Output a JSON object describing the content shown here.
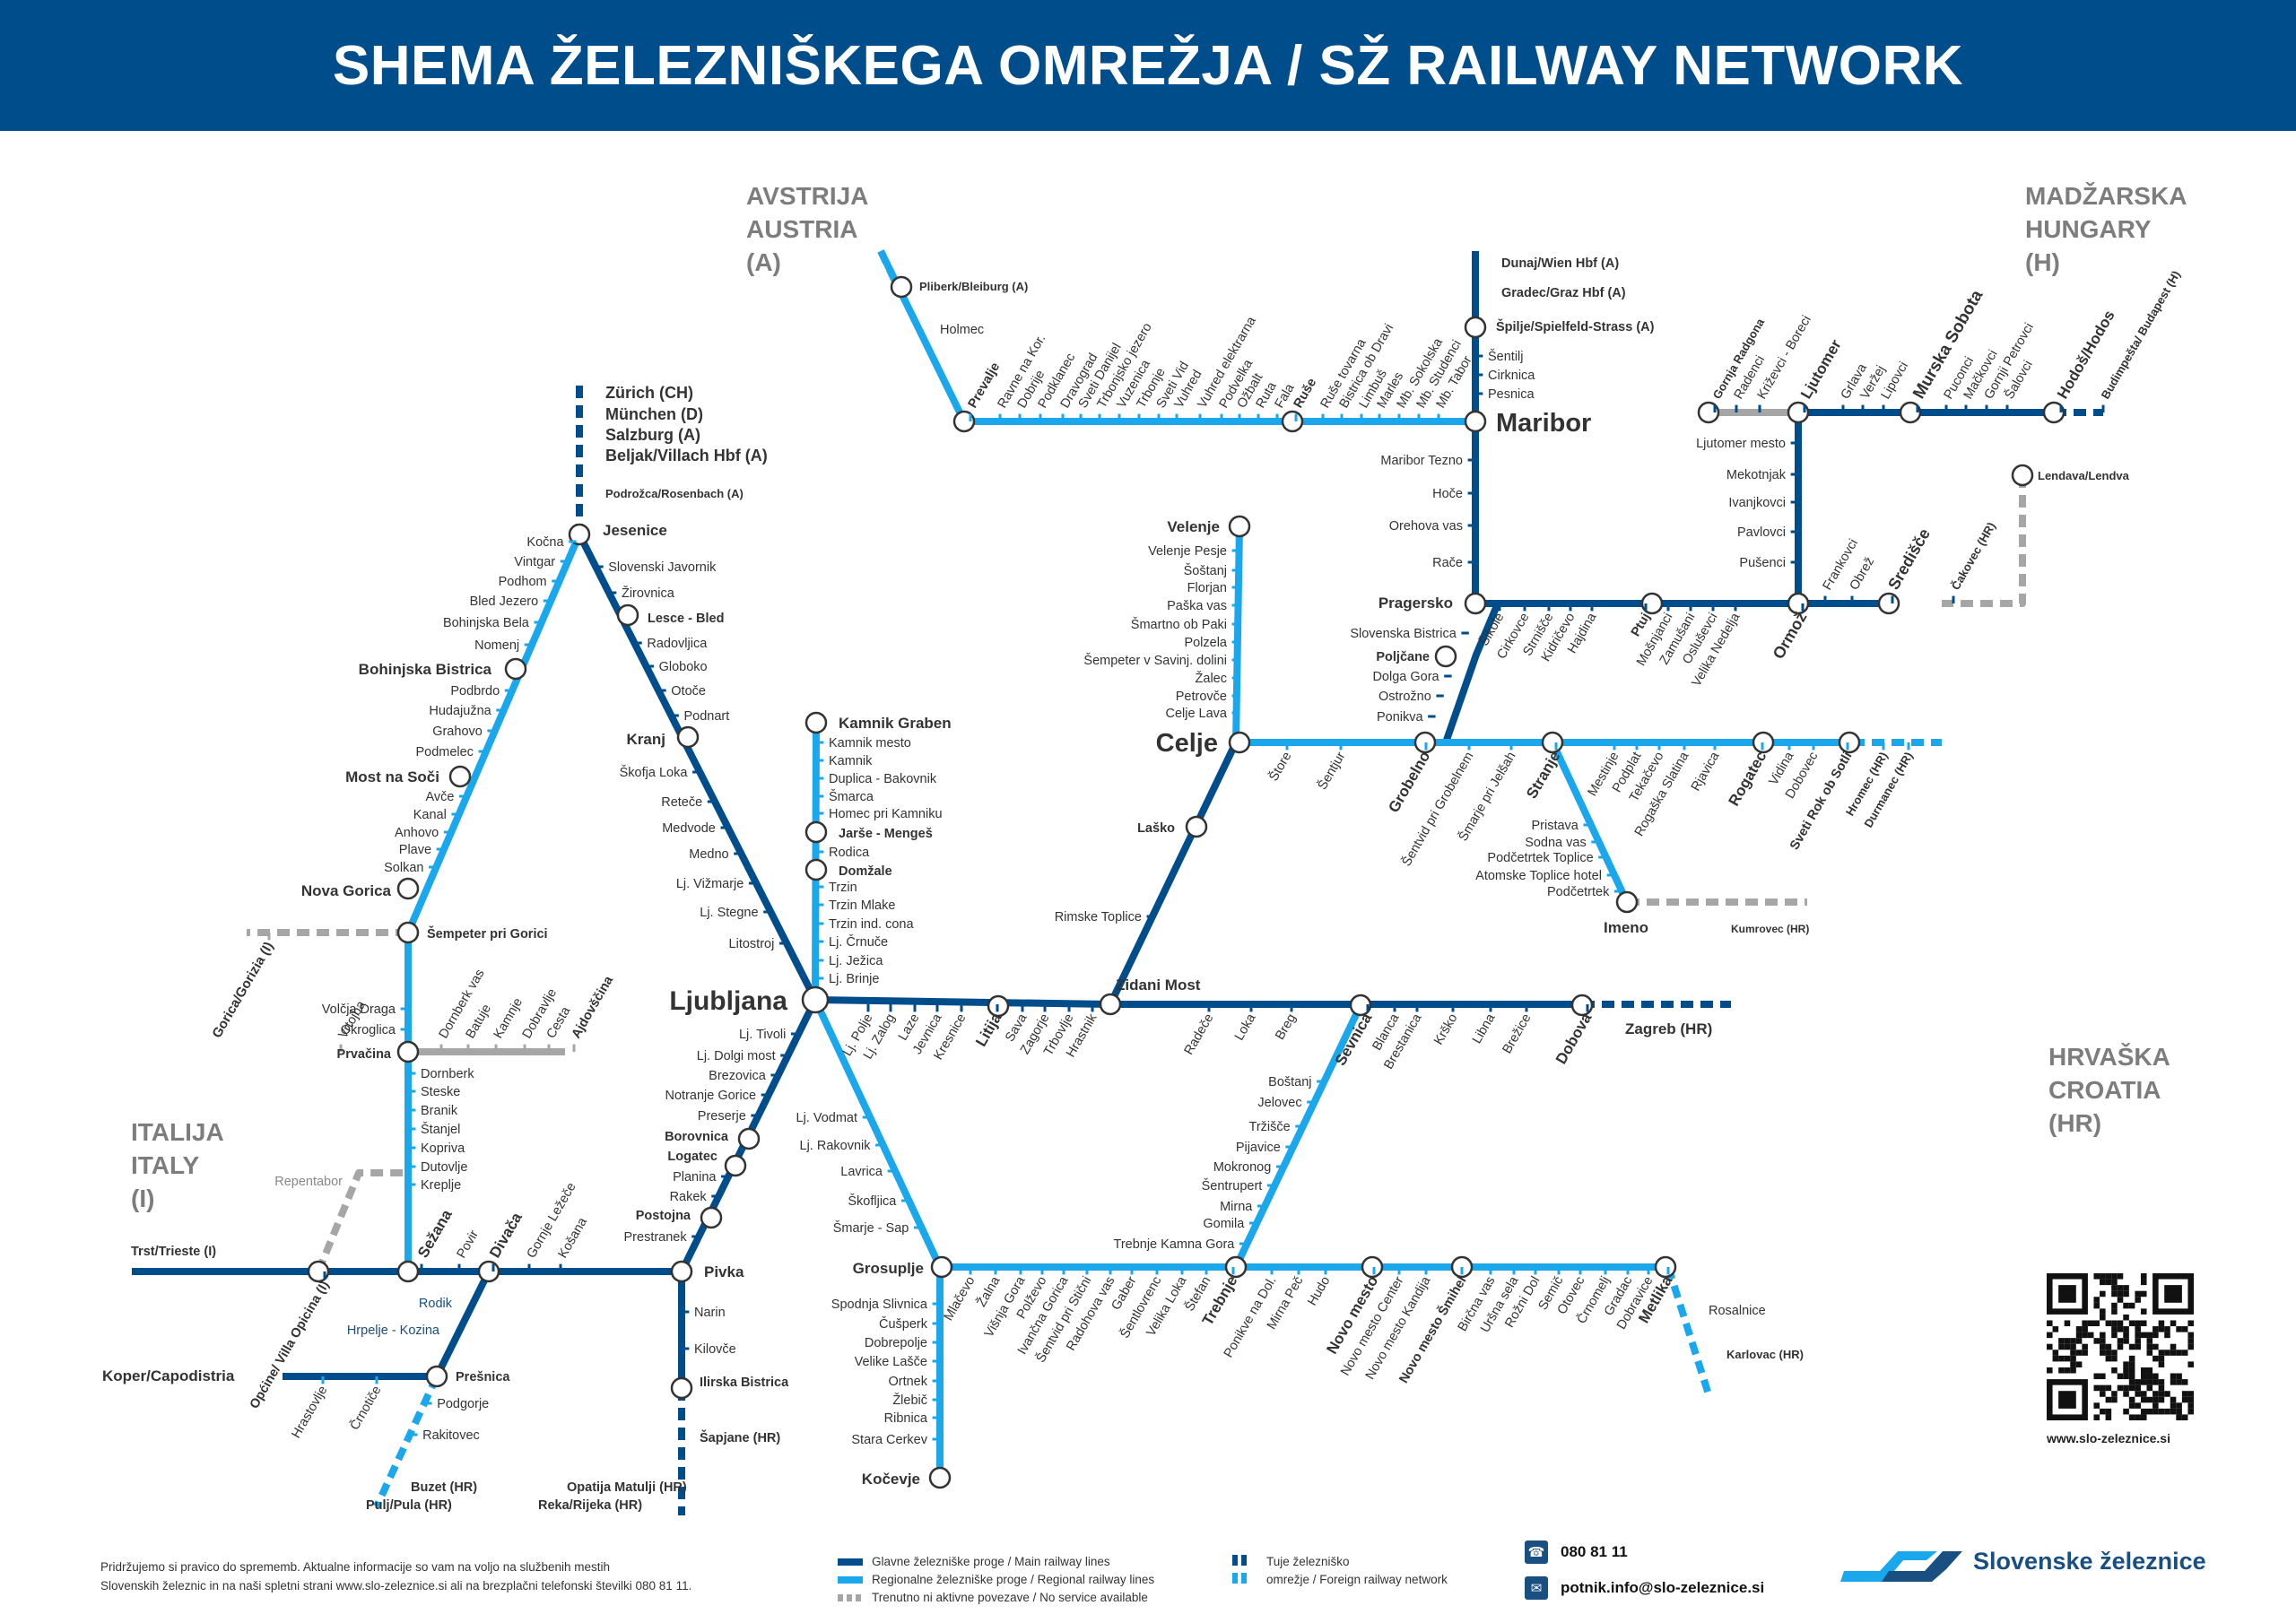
{
  "title": "SHEMA ŽELEZNIŠKEGA OMREŽJA / SŽ RAILWAY NETWORK",
  "colors": {
    "main": "#004d8c",
    "regional": "#1aa7ec",
    "inactive": "#a6a6a6",
    "country": "#7d7d7d"
  },
  "countries": [
    {
      "id": "austria",
      "lines": [
        "AVSTRIJA",
        "AUSTRIA",
        "(A)"
      ]
    },
    {
      "id": "hungary",
      "lines": [
        "MADŽARSKA",
        "HUNGARY",
        "(H)"
      ]
    },
    {
      "id": "italy",
      "lines": [
        "ITALIJA",
        "ITALY",
        "(I)"
      ]
    },
    {
      "id": "croatia",
      "lines": [
        "HRVAŠKA",
        "CROATIA",
        "(HR)"
      ]
    }
  ],
  "stations": {
    "ljubljana": "Ljubljana",
    "maribor": "Maribor",
    "celje": "Celje",
    "zurich": "Zürich (CH)",
    "munchen": "München (D)",
    "salzburg": "Salzburg (A)",
    "beljak": "Beljak/Villach Hbf (A)",
    "podrozca": "Podrožca/Rosenbach (A)",
    "jesenice": "Jesenice",
    "slovenski_javornik": "Slovenski Javornik",
    "zirovnica": "Žirovnica",
    "lesce": "Lesce - Bled",
    "radovljica": "Radovljica",
    "globoko": "Globoko",
    "otoce": "Otoče",
    "podnart": "Podnart",
    "kranj": "Kranj",
    "skofja_loka": "Škofja Loka",
    "retece": "Reteče",
    "medvode": "Medvode",
    "medno": "Medno",
    "vizmarje": "Lj. Vižmarje",
    "stegne": "Lj. Stegne",
    "litostroj": "Litostroj",
    "kocna": "Kočna",
    "vintgar": "Vintgar",
    "podhom": "Podhom",
    "bled_jezero": "Bled Jezero",
    "bohinjska_bela": "Bohinjska Bela",
    "nomenj": "Nomenj",
    "bohinjska_bistrica": "Bohinjska Bistrica",
    "podbrdo": "Podbrdo",
    "hudajuzna": "Hudajužna",
    "grahovo": "Grahovo",
    "podmelec": "Podmelec",
    "most_na_soci": "Most na Soči",
    "avce": "Avče",
    "kanal": "Kanal",
    "anhovo": "Anhovo",
    "plave": "Plave",
    "solkan": "Solkan",
    "nova_gorica": "Nova Gorica",
    "sempeter": "Šempeter pri Gorici",
    "gorica": "Gorica/Gorizia (I)",
    "vrtojba": "Vrtojba",
    "volcja_draga": "Volčja Draga",
    "okroglica": "Okroglica",
    "prvacina": "Prvačina",
    "dornberk_vas": "Dornberk vas",
    "batuje": "Batuje",
    "kamnje": "Kamnje",
    "dobravlje": "Dobravlje",
    "cesta": "Cesta",
    "ajdovscina": "Ajdovščina",
    "dornberk": "Dornberk",
    "steske": "Steske",
    "branik": "Branik",
    "stanjel": "Štanjel",
    "kopriva": "Kopriva",
    "dutovlje": "Dutovlje",
    "kreplje": "Kreplje",
    "repentabor": "Repentabor",
    "sezana": "Sežana",
    "trst": "Trst/Trieste (I)",
    "opcine": "Općine/ Villa Opicina (I)",
    "povir": "Povir",
    "divaca": "Divača",
    "gornje_lezece": "Gornje Ležeče",
    "kosana": "Košana",
    "pivka": "Pivka",
    "rodik": "Rodik",
    "hrpelje": "Hrpelje - Kozina",
    "koper": "Koper/Capodistria",
    "presnica": "Prešnica",
    "podgorje": "Podgorje",
    "rakitovec": "Rakitovec",
    "hrastovlje": "Hrastovlje",
    "crnotice": "Črnotiče",
    "buzet": "Buzet (HR)",
    "pulj": "Pulj/Pula (HR)",
    "narin": "Narin",
    "kilovce": "Kilovče",
    "ilirska_bistrica": "Ilirska Bistrica",
    "sapjane": "Šapjane (HR)",
    "opatija": "Opatija Matulji (HR)",
    "reka": "Reka/Rijeka (HR)",
    "tivoli": "Lj. Tivoli",
    "dolgi_most": "Lj. Dolgi most",
    "brezovica": "Brezovica",
    "notranje_gorice": "Notranje Gorice",
    "preserje": "Preserje",
    "borovnica": "Borovnica",
    "logatec": "Logatec",
    "planina": "Planina",
    "rakek": "Rakek",
    "postojna": "Postojna",
    "prestranek": "Prestranek",
    "kamnik_graben": "Kamnik Graben",
    "kamnik_mesto": "Kamnik mesto",
    "kamnik": "Kamnik",
    "duplica": "Duplica - Bakovnik",
    "smarca": "Šmarca",
    "homec": "Homec pri Kamniku",
    "jarse": "Jarše - Mengeš",
    "rodica": "Rodica",
    "domzale": "Domžale",
    "trzin": "Trzin",
    "trzin_mlake": "Trzin Mlake",
    "trzin_ind": "Trzin ind. cona",
    "crnuce": "Lj. Črnuče",
    "jezica": "Lj. Ježica",
    "brinje": "Lj. Brinje",
    "polje": "Lj. Polje",
    "zalog": "Lj. Zalog",
    "laze": "Laze",
    "jevnica": "Jevnica",
    "kresnice": "Kresnice",
    "litija": "Litija",
    "sava": "Sava",
    "zagorje": "Zagorje",
    "trbovlje": "Trbovlje",
    "hrastnik": "Hrastnik",
    "zidani_most": "Zidani Most",
    "rimske_toplice": "Rimske Toplice",
    "lasko": "Laško",
    "radece": "Radeče",
    "loka": "Loka",
    "breg": "Breg",
    "sevnica": "Sevnica",
    "blanca": "Blanca",
    "brestanica": "Brestanica",
    "krsko": "Krško",
    "libna": "Libna",
    "brezice": "Brežice",
    "dobova": "Dobova",
    "zagreb": "Zagreb (HR)",
    "bostanj": "Boštanj",
    "jelovec": "Jelovec",
    "trzisce": "Tržišče",
    "pijavice": "Pijavice",
    "mokronog": "Mokronog",
    "sentrupert": "Šentrupert",
    "mirna": "Mirna",
    "gomila": "Gomila",
    "trebnje_kamna_gora": "Trebnje Kamna Gora",
    "vodmat": "Lj. Vodmat",
    "rakovnik": "Lj. Rakovnik",
    "lavrica": "Lavrica",
    "skofljica": "Škofljica",
    "smarje_sap": "Šmarje - Sap",
    "grosuplje": "Grosuplje",
    "spodnja_slivnica": "Spodnja Slivnica",
    "cusperk": "Čušperk",
    "dobrepolje": "Dobrepolje",
    "velike_lasce": "Velike Lašče",
    "ortnek": "Ortnek",
    "zlebic": "Žlebič",
    "ribnica": "Ribnica",
    "stara_cerkev": "Stara Cerkev",
    "kocevje": "Kočevje",
    "mlacevo": "Mlačevo",
    "zalna": "Žalna",
    "visnja_gora": "Višnja Gora",
    "polzevo": "Polževo",
    "ivancna_gorica": "Ivančna Gorica",
    "sentvid_sticna": "Šentvid pri Stični",
    "radohova_vas": "Radohova vas",
    "gaber": "Gaber",
    "sentlovrenc": "Šentlovrenc",
    "velika_loka": "Velika Loka",
    "stefan": "Štefan",
    "trebnje": "Trebnje",
    "ponikve": "Ponikve na Dol.",
    "mirna_pec": "Mirna Peč",
    "hudo": "Hudo",
    "novo_mesto": "Novo mesto",
    "nm_center": "Novo mesto Center",
    "nm_kandija": "Novo mesto Kandija",
    "nm_smihel": "Novo mesto Šmihel",
    "birsna_vas": "Birčna vas",
    "ursna_sela": "Uršna sela",
    "rozni_dol": "Rožni Dol",
    "semic": "Semič",
    "otovec": "Otovec",
    "crnomelj": "Črnomelj",
    "gradac": "Gradac",
    "dobravice": "Dobravice",
    "metlika": "Metlika",
    "rosalnice": "Rosalnice",
    "karlovac": "Karlovac (HR)",
    "store": "Štore",
    "sentjur": "Šentjur",
    "grobelno": "Grobelno",
    "sentvid_grobelno": "Šentvid pri Grobelnem",
    "smarje_jelsah": "Šmarje pri Jelšah",
    "stranje": "Stranje",
    "mestinje": "Mestinje",
    "podplat": "Podplat",
    "tekacevo": "Tekačevo",
    "rogaska_slatina": "Rogaška Slatina",
    "rjavica": "Rjavica",
    "rogatec": "Rogatec",
    "vidina": "Vidina",
    "dobovec": "Dobovec",
    "sveti_rok": "Sveti Rok ob Sotli",
    "hromec": "Hromec (HR)",
    "durmanec": "Durmanec (HR)",
    "pristava": "Pristava",
    "sodna_vas": "Sodna vas",
    "podcetrtek_toplice": "Podčetrtek Toplice",
    "atomske": "Atomske Toplice hotel",
    "podcetrtek": "Podčetrtek",
    "imeno": "Imeno",
    "kumrovec": "Kumrovec (HR)",
    "velenje": "Velenje",
    "velenje_pesje": "Velenje Pesje",
    "sostanj": "Šoštanj",
    "florjan": "Florjan",
    "paska_vas": "Paška vas",
    "smartno_paki": "Šmartno ob Paki",
    "polzela": "Polzela",
    "sempeter_savinj": "Šempeter v Savinj. dolini",
    "zalec": "Žalec",
    "petrovce": "Petrovče",
    "celje_lava": "Celje Lava",
    "ponikva": "Ponikva",
    "ostrozno": "Ostrožno",
    "dolga_gora": "Dolga Gora",
    "poljcane": "Poljčane",
    "slovenska_bistrica": "Slovenska Bistrica",
    "pragersko": "Pragersko",
    "race": "Rače",
    "orehova_vas": "Orehova vas",
    "hoce": "Hoče",
    "maribor_tezno": "Maribor Tezno",
    "pesnica": "Pesnica",
    "cirknica": "Cirknica",
    "sentilj": "Šentilj",
    "spilje": "Špilje/Spielfeld-Strass (A)",
    "gradec": "Gradec/Graz Hbf (A)",
    "dunaj": "Dunaj/Wien Hbf (A)",
    "pliberk": "Pliberk/Bleiburg (A)",
    "holmec": "Holmec",
    "prevalje": "Prevalje",
    "ravne": "Ravne na Kor.",
    "dobrije": "Dobrije",
    "podklanec": "Podklanec",
    "dravograd": "Dravograd",
    "sveti_danijel": "Sveti Danijel",
    "trbonjsko_jezero": "Trbonjsko jezero",
    "vuzenica": "Vuzenica",
    "trbonje": "Trbonje",
    "sveti_vid": "Sveti Vid",
    "vuhred": "Vuhred",
    "vuhred_elektrarna": "Vuhred elektrarna",
    "podvelka": "Podvelka",
    "ozbalt": "Ožbalt",
    "ruta": "Ruta",
    "fala": "Fala",
    "ruse": "Ruše",
    "ruse_tovarna": "Ruše tovarna",
    "bistrica_drava": "Bistrica ob Dravi",
    "limbus": "Limbuš",
    "marles": "Marles",
    "sokolska": "Mb. Sokolska",
    "studenci": "Mb. Studenci",
    "tabor": "Mb. Tabor",
    "skole": "Šikole",
    "cirkovce": "Cirkovce",
    "strnisce": "Strnišče",
    "kidricevo": "Kidričevo",
    "hajdina": "Hajdina",
    "ptuj": "Ptuj",
    "mosnjanci": "Mošnjanci",
    "zamusani": "Zamušani",
    "osluzevci": "Osluševci",
    "velika_nedelja": "Velika Nedelja",
    "ormoz": "Ormož",
    "frankovci": "Frankovci",
    "obrez": "Obrež",
    "sredisce": "Središče",
    "cakovec": "Čakovec (HR)",
    "lendava": "Lendava/Lendva",
    "pusenci": "Pušenci",
    "pavlovci": "Pavlovci",
    "ivanjkovci": "Ivanjkovci",
    "mekotnjak": "Mekotnjak",
    "ljutomer_mesto": "Ljutomer mesto",
    "ljutomer": "Ljutomer",
    "gornja_radgona": "Gornja Radgona",
    "radenci": "Radenci",
    "krizevci": "Križevci - Boreci",
    "grlava": "Grlava",
    "verzej": "Veržej",
    "lipovci": "Lipovci",
    "murska_sobota": "Murska Sobota",
    "puconci": "Puconci",
    "mackovci": "Mačkovci",
    "gornji_petrovci": "Gornji Petrovci",
    "salovci": "Šalovci",
    "hodos": "Hodoš/Hodos",
    "budimpesta": "Budimpešta/ Budapest (H)"
  },
  "legend": {
    "main": "Glavne železniške proge / Main railway lines",
    "regional": "Regionalne železniške proge / Regional railway lines",
    "inactive": "Trenutno ni aktivne povezave / No service available",
    "foreign_1": "Tuje železniško",
    "foreign_2": "omrežje / Foreign railway network"
  },
  "footer_note": [
    "Pridržujemo si pravico do sprememb. Aktualne informacije so vam na voljo na službenih mestih",
    "Slovenskih železnic in na naši spletni strani www.slo-zeleznice.si ali na brezplačni telefonski številki 080 81 11."
  ],
  "contact": {
    "phone": "080 81 11",
    "email": "potnik.info@slo-zeleznice.si"
  },
  "brand": "Slovenske železnice",
  "qr_url": "www.slo-zeleznice.si",
  "icons": {
    "phone": "phone-icon",
    "email": "envelope-icon",
    "logo": "sz-logo-icon"
  }
}
